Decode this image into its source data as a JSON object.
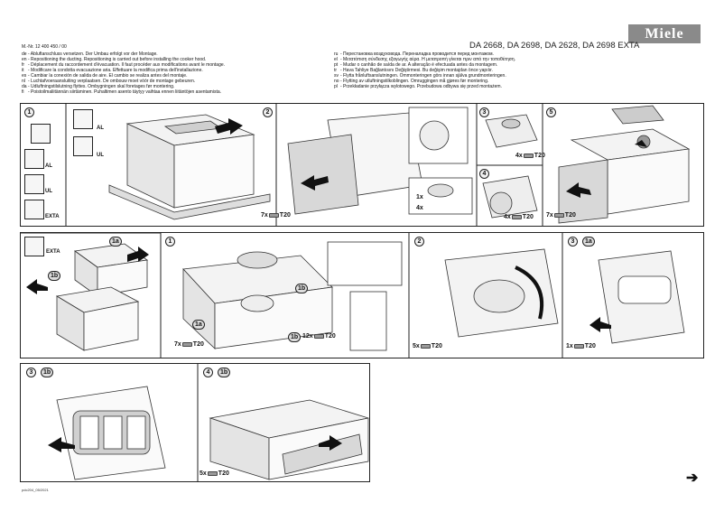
{
  "header": {
    "brand": "Miele",
    "doc_number": "M.-Nr. 12 400 450 / 00",
    "models": "DA 2668, DA 2698, DA 2628, DA 2698 EXTA"
  },
  "languages_left": [
    {
      "code": "de",
      "text": "- Abluftanschluss versetzen. Der Umbau erfolgt vor der Montage."
    },
    {
      "code": "en",
      "text": "- Repositioning the ducting. Repositioning is carried out before installing the cooker hood."
    },
    {
      "code": "fr",
      "text": "- Déplacement du raccordement d'évacuation. Il faut procéder aux modifications avant le montage."
    },
    {
      "code": "it",
      "text": "- Modificare la condotta evacuazione aria. Effettuare la modifica prima dell'installazione."
    },
    {
      "code": "es",
      "text": "- Cambiar la conexión de salida de aire. El cambio se realiza antes del montaje."
    },
    {
      "code": "nl",
      "text": "- Luchtafvoeraansluiting verplaatsen. De ombouw moet vóór de montage gebeuren."
    },
    {
      "code": "da",
      "text": "- Udluftningstilslutning flyttes. Ombygningen skal foretages før montering."
    },
    {
      "code": "fi",
      "text": "- Poistoilmaliitännän siirtäminen. Puhaltimen asento täytyy vaihtaa ennen liitäntöjen asentamista."
    }
  ],
  "languages_right": [
    {
      "code": "ru",
      "text": "- Перестановка воздуховода. Переналадка проводится перед монтажом."
    },
    {
      "code": "el",
      "text": "- Μετατόπιση σύνδεσης εξαγωγής αέρα. Η μετατροπή γίνεται πριν από την τοποθέτηση."
    },
    {
      "code": "pt",
      "text": "- Mudar o canhão de saída de ar. A alteração é efectuada antes da montagem."
    },
    {
      "code": "tr",
      "text": "- Hava Tahliye Bağlantısını Değiştirmesi. Bu değişim montajdan önce yapılır."
    },
    {
      "code": "sv",
      "text": "- Flytta frånluftsanslutningen. Ommonteringen görs innan själva grundmonteringen."
    },
    {
      "code": "no",
      "text": "- Flytting av utluftningstilkoblingen. Omruggingen må gjøres før montering."
    },
    {
      "code": "pl",
      "text": "- Przekładanie przyłącza wylotowego. Przebudowa odbywa się przed montażem."
    }
  ],
  "icons": {
    "al": "AL",
    "ul": "UL",
    "exta": "EXTA",
    "icon_names": [
      "instructions-book-icon",
      "extractor-hood-al-icon",
      "extractor-hood-ul-icon",
      "extractor-hood-exta-icon"
    ]
  },
  "row1": {
    "step1": "1",
    "step2": "2",
    "step3": "3",
    "step4": "4",
    "step5": "5",
    "screws_a": "7x",
    "screws_b": "7x",
    "screws_c": "4x",
    "screws_d": "4x",
    "t20": "T20",
    "ring_count": "1x",
    "clips_count": "4x"
  },
  "row2": {
    "badge_1a": "1a",
    "badge_1b": "1b",
    "step1": "1",
    "step2": "2",
    "step3": "3",
    "sub_1a": "1a",
    "screws_a": "7x",
    "screws_b": "12x",
    "screws_c": "5x",
    "screws_d": "1x",
    "t20": "T20"
  },
  "row3": {
    "step3": "3",
    "sub_1b": "1b",
    "step4": "4",
    "screws_a": "5x",
    "t20": "T20"
  },
  "footer": {
    "code": "pdc204_05/2021"
  },
  "colors": {
    "frame": "#222222",
    "box_fill": "#f4f4f4",
    "arrow": "#111111",
    "logo_bg": "#8a8a8a"
  }
}
